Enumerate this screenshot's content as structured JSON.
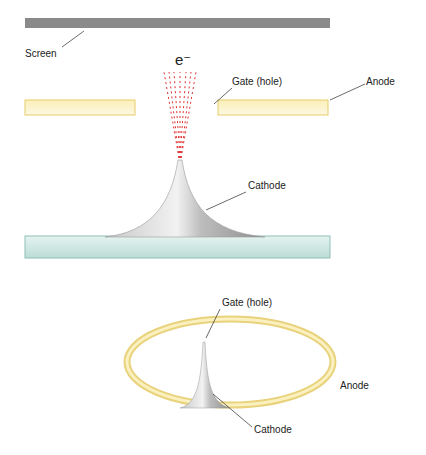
{
  "diagram": {
    "labels": [
      "Screen",
      "e⁻",
      "Gate (hole)",
      "Anode",
      "Cathode",
      "Gate (hole)",
      "Anode",
      "Cathode"
    ]
  }
}
